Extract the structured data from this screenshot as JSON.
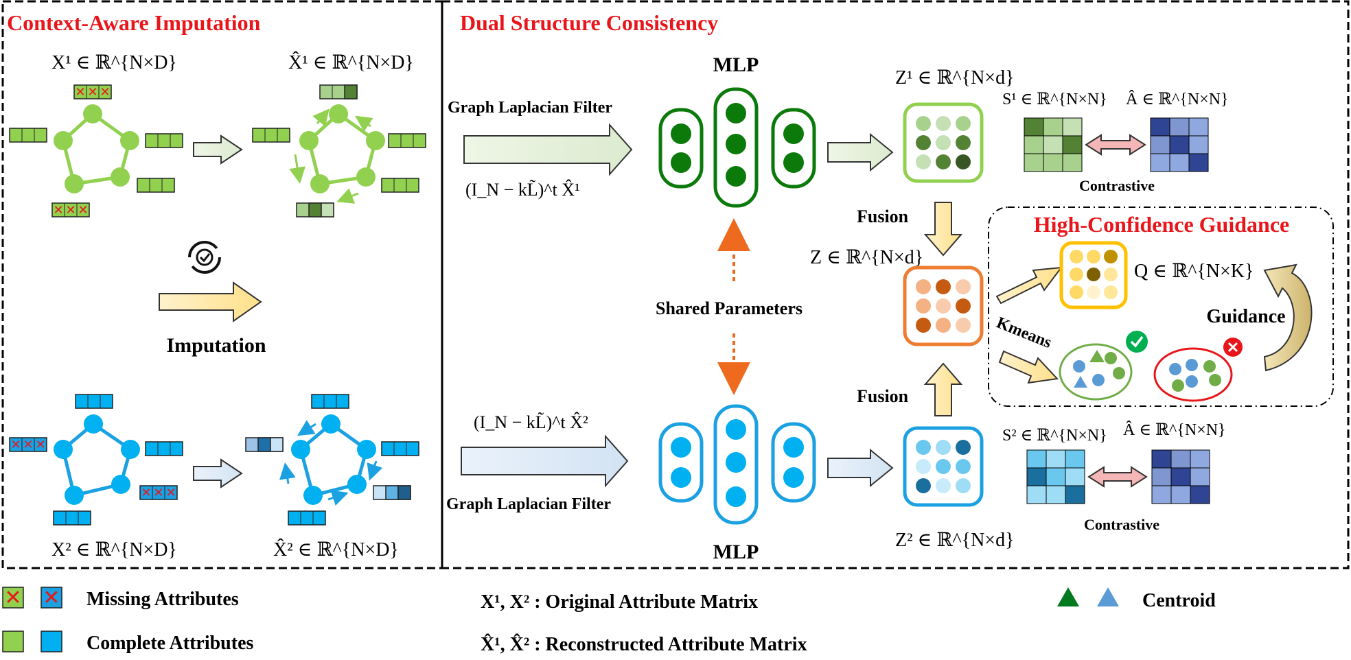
{
  "panels": {
    "left_title": "Context-Aware Imputation",
    "right_title": "Dual Structure Consistency",
    "hcg_title": "High-Confidence Guidance"
  },
  "left": {
    "x1_label": "X¹ ∈ ℝ^{N×D}",
    "x1hat_label": "X̂¹ ∈ ℝ^{N×D}",
    "x2_label": "X² ∈ ℝ^{N×D}",
    "x2hat_label": "X̂² ∈ ℝ^{N×D}",
    "imputation": "Imputation"
  },
  "right": {
    "mlp_top": "MLP",
    "mlp_bottom": "MLP",
    "glf_top": "Graph Laplacian Filter",
    "glf_bottom": "Graph Laplacian Filter",
    "filter_top": "(I_N − kL̃)^t X̂¹",
    "filter_bottom": "(I_N − kL̃)^t X̂²",
    "shared": "Shared Parameters",
    "z1": "Z¹ ∈ ℝ^{N×d}",
    "z2": "Z² ∈ ℝ^{N×d}",
    "z": "Z ∈ ℝ^{N×d}",
    "fusion_top": "Fusion",
    "fusion_bottom": "Fusion",
    "s1": "S¹ ∈ ℝ^{N×N}",
    "s2": "S² ∈ ℝ^{N×N}",
    "ahat_top": "Â ∈ ℝ^{N×N}",
    "ahat_bottom": "Â ∈ ℝ^{N×N}",
    "contrastive_top": "Contrastive",
    "contrastive_bottom": "Contrastive",
    "q": "Q ∈ ℝ^{N×K}",
    "kmeans": "Kmeans",
    "guidance": "Guidance"
  },
  "legend": {
    "missing": "Missing Attributes",
    "complete": "Complete Attributes",
    "original": "X¹, X² : Original Attribute Matrix",
    "reconstructed": "X̂¹, X̂² : Reconstructed Attribute Matrix",
    "centroid": "Centroid"
  },
  "colors": {
    "title_red": "#e8161b",
    "green_view": "#92d050",
    "blue_view": "#00b0f0",
    "dark_green": "#007a1f",
    "orange_fusion": "#ed7d31",
    "cluster_gold": "#ffc000"
  }
}
